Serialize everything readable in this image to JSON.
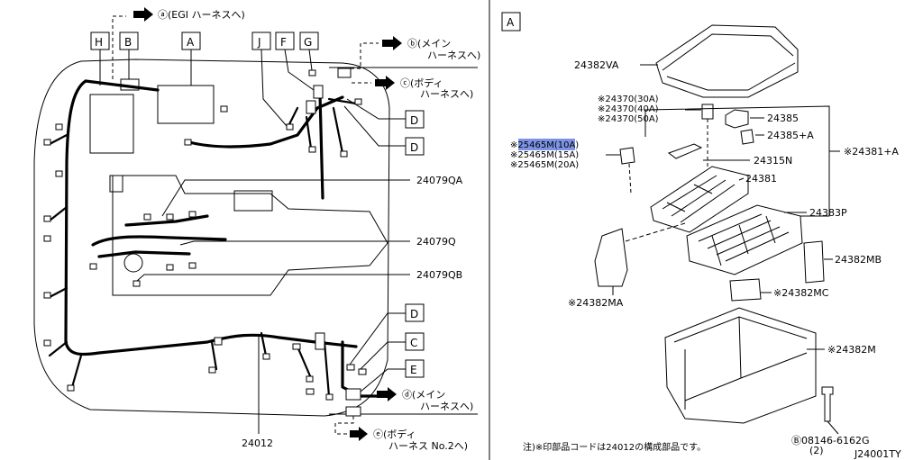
{
  "left_panel": {
    "callouts": {
      "H": "H",
      "B": "B",
      "A": "A",
      "J": "J",
      "F": "F",
      "G": "G",
      "D1": "D",
      "D2": "D",
      "D3": "D",
      "C": "C",
      "E": "E"
    },
    "connections": {
      "a": "ⓐ(EGI ハーネスへ)",
      "b_line1": "ⓑ(メイン",
      "b_line2": "ハーネスへ)",
      "c_line1": "ⓒ(ボディ",
      "c_line2": "ハーネスへ)",
      "d_line1": "ⓓ(メイン",
      "d_line2": "ハーネスへ)",
      "e_line1": "ⓔ(ボディ",
      "e_line2": "ハーネス No.2へ)"
    },
    "parts": {
      "p24079QA": "24079QA",
      "p24079Q": "24079Q",
      "p24079QB": "24079QB",
      "p24012": "24012"
    }
  },
  "right_panel": {
    "section_label": "A",
    "parts": {
      "p24382VA": "24382VA",
      "p24370_30": "※24370(30A)",
      "p24370_40": "※24370(40A)",
      "p24370_50": "※24370(50A)",
      "p24385": "24385",
      "p24385A": "24385+A",
      "p24381A": "※24381+A",
      "p25465_10": "※25465M(10A)",
      "p25465_15": "※25465M(15A)",
      "p25465_20": "※25465M(20A)",
      "p24315N": "24315N",
      "p24381": "24381",
      "p24383P": "24383P",
      "p24382MB": "24382MB",
      "p24382MA": "※24382MA",
      "p24382MC": "※24382MC",
      "p24382M": "※24382M",
      "bolt_code": "Ⓑ08146-6162G",
      "bolt_qty": "(2)"
    },
    "note": "注)※印部品コードは24012の構成部品です。",
    "diagram_id": "J24001TY"
  },
  "colors": {
    "highlight": "#7d93e6",
    "line": "#000000",
    "background": "#ffffff"
  }
}
